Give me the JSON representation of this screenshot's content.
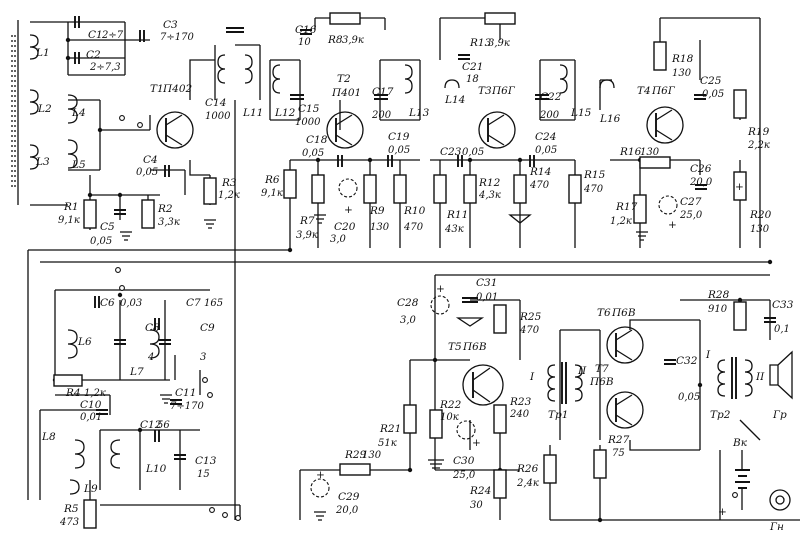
{
  "transistors": [
    {
      "ref": "T1",
      "type": "П402"
    },
    {
      "ref": "T2",
      "type": "П401"
    },
    {
      "ref": "T3",
      "type": "П6Г"
    },
    {
      "ref": "T4",
      "type": "П6Г"
    },
    {
      "ref": "T5",
      "type": "П6В"
    },
    {
      "ref": "T6",
      "type": "П6В"
    },
    {
      "ref": "T7",
      "type": "П6В"
    }
  ],
  "capacitors": [
    {
      "ref": "C1",
      "value": "2÷7"
    },
    {
      "ref": "C2",
      "value": "2÷7,3"
    },
    {
      "ref": "C3",
      "value": "7÷170"
    },
    {
      "ref": "C4",
      "value": "0,05"
    },
    {
      "ref": "C5",
      "value": "0,05"
    },
    {
      "ref": "C6",
      "value": "0,03"
    },
    {
      "ref": "C7",
      "value": "165"
    },
    {
      "ref": "C8",
      "value": "4"
    },
    {
      "ref": "C9",
      "value": "3"
    },
    {
      "ref": "C10",
      "value": "0,01"
    },
    {
      "ref": "C11",
      "value": "7÷170"
    },
    {
      "ref": "C12",
      "value": "56"
    },
    {
      "ref": "C13",
      "value": "15"
    },
    {
      "ref": "C14",
      "value": "1000"
    },
    {
      "ref": "C15",
      "value": "1000"
    },
    {
      "ref": "C16",
      "value": "10"
    },
    {
      "ref": "C17",
      "value": "200"
    },
    {
      "ref": "C18",
      "value": "0,05"
    },
    {
      "ref": "C19",
      "value": "0,05"
    },
    {
      "ref": "C20",
      "value": "3,0"
    },
    {
      "ref": "C21",
      "value": "18"
    },
    {
      "ref": "C22",
      "value": "200"
    },
    {
      "ref": "C23",
      "value": "0,05"
    },
    {
      "ref": "C24",
      "value": "0,05"
    },
    {
      "ref": "C25",
      "value": "0,05"
    },
    {
      "ref": "C26",
      "value": "20,0"
    },
    {
      "ref": "C27",
      "value": "25,0"
    },
    {
      "ref": "C28",
      "value": "3,0"
    },
    {
      "ref": "C29",
      "value": "20,0"
    },
    {
      "ref": "C30",
      "value": "25,0"
    },
    {
      "ref": "C31",
      "value": "0,01"
    },
    {
      "ref": "C32",
      "value": "0,05"
    },
    {
      "ref": "C33",
      "value": "0,1"
    }
  ],
  "resistors": [
    {
      "ref": "R1",
      "value": "9,1к"
    },
    {
      "ref": "R2",
      "value": "3,3к"
    },
    {
      "ref": "R3",
      "value": "1,2к"
    },
    {
      "ref": "R4",
      "value": "1,2к"
    },
    {
      "ref": "R5",
      "value": "473"
    },
    {
      "ref": "R6",
      "value": "9,1к"
    },
    {
      "ref": "R7",
      "value": "3,9к"
    },
    {
      "ref": "R8",
      "value": "3,9к"
    },
    {
      "ref": "R9",
      "value": "130"
    },
    {
      "ref": "R10",
      "value": "470"
    },
    {
      "ref": "R11",
      "value": "43к"
    },
    {
      "ref": "R12",
      "value": "4,3к"
    },
    {
      "ref": "R13",
      "value": "3,9к"
    },
    {
      "ref": "R14",
      "value": "470"
    },
    {
      "ref": "R15",
      "value": "470"
    },
    {
      "ref": "R16",
      "value": "130"
    },
    {
      "ref": "R17",
      "value": "1,2к"
    },
    {
      "ref": "R18",
      "value": "130"
    },
    {
      "ref": "R19",
      "value": "2,2к"
    },
    {
      "ref": "R20",
      "value": "130"
    },
    {
      "ref": "R21",
      "value": "51к"
    },
    {
      "ref": "R22",
      "value": "10к"
    },
    {
      "ref": "R23",
      "value": "240"
    },
    {
      "ref": "R24",
      "value": "30"
    },
    {
      "ref": "R25",
      "value": "470"
    },
    {
      "ref": "R26",
      "value": "2,4к"
    },
    {
      "ref": "R27",
      "value": "75"
    },
    {
      "ref": "R28",
      "value": "910"
    },
    {
      "ref": "R29",
      "value": "130"
    }
  ],
  "inductors": [
    "L1",
    "L2",
    "L3",
    "L4",
    "L5",
    "L6",
    "L7",
    "L8",
    "L9",
    "L10",
    "L11",
    "L12",
    "L13",
    "L14",
    "L15",
    "L16"
  ],
  "transformers": [
    {
      "ref": "Tp1",
      "primary": "I",
      "secondary": "II"
    },
    {
      "ref": "Tp2",
      "primary": "I",
      "secondary": "II"
    }
  ],
  "other": {
    "switch": "Вк",
    "loudspeaker": "Гр",
    "jack": "Гн"
  },
  "polarity": {
    "plus": "+",
    "minus": "−"
  }
}
